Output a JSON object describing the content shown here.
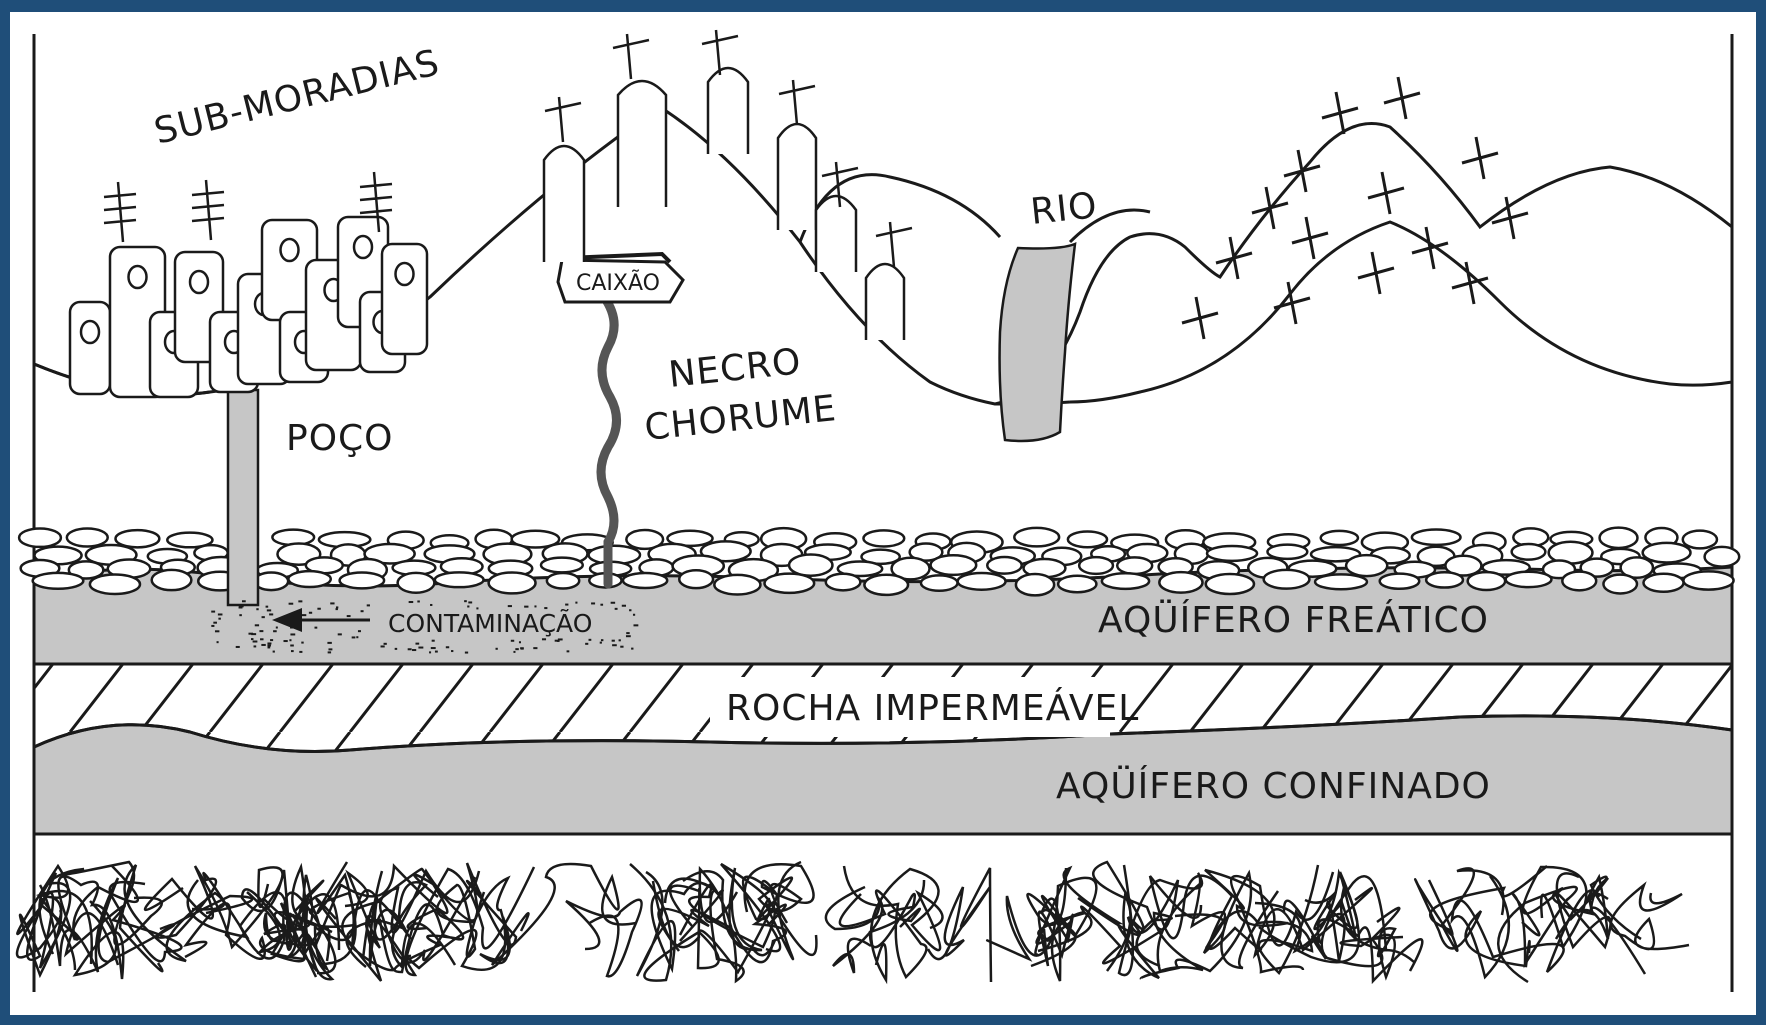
{
  "diagram": {
    "labels": {
      "sub_moradias": "SUB-MORADIAS",
      "poco": "POÇO",
      "caixao": "CAIXÃO",
      "necro": "NECRO",
      "chorume": "CHORUME",
      "rio": "RIO",
      "contaminacao": "CONTAMINAÇÃO",
      "aquifero_freatico": "AQÜÍFERO FREÁTICO",
      "rocha_impermeavel": "ROCHA IMPERMEÁVEL",
      "aquifero_confinado": "AQÜÍFERO CONFINADO"
    },
    "colors": {
      "frame": "#1f4e79",
      "aquifer": "#c6c6c6",
      "line": "#1a1a1a",
      "background": "#ffffff"
    }
  }
}
